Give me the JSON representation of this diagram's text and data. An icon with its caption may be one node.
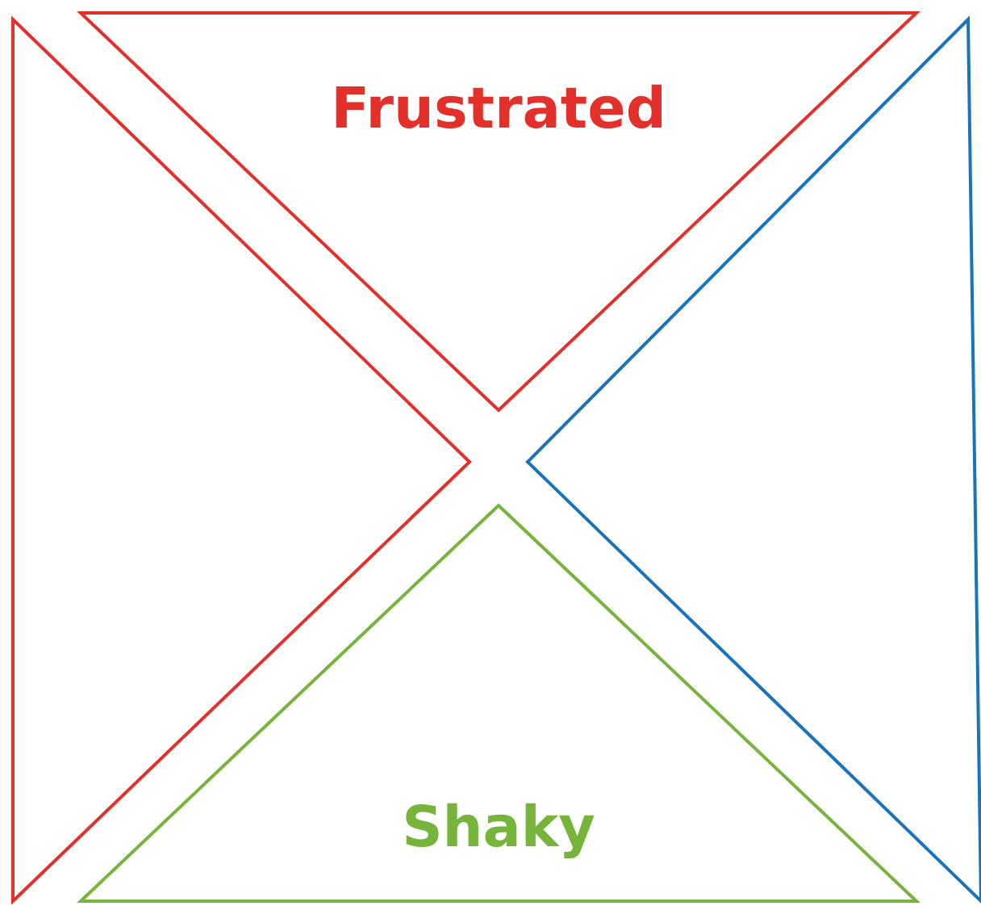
{
  "diagram": {
    "nodes": [
      {
        "text": [
          "Frustrated"
        ]
      },
      {
        "text": [],
        "shape": "triangle"
      },
      {
        "text": [],
        "shape": "triangle"
      },
      {
        "text": [
          "Shaky"
        ]
      }
    ]
  }
}
